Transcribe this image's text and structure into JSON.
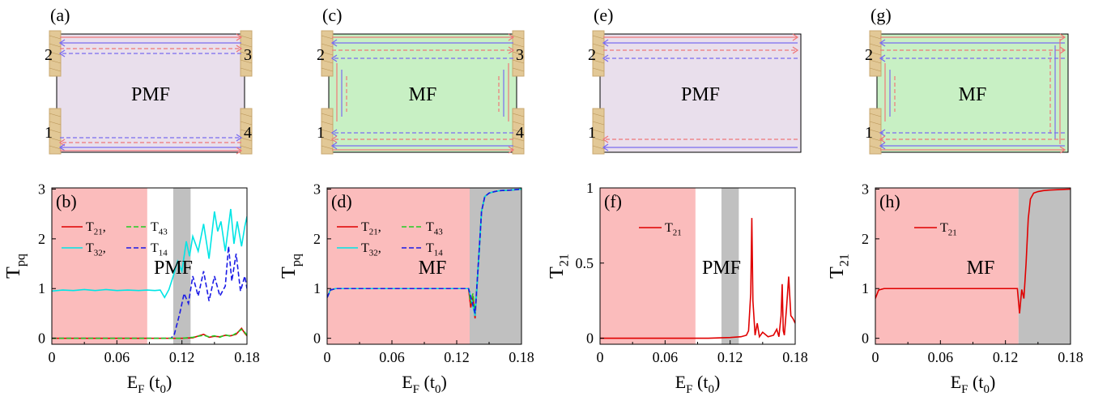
{
  "figure": {
    "panel_letters": [
      "(a)",
      "(b)",
      "(c)",
      "(d)",
      "(e)",
      "(f)",
      "(g)",
      "(h)"
    ],
    "colors": {
      "pmf_fill": "#e9dfec",
      "mf_fill": "#c8f0c4",
      "lead": "#e2c896",
      "arrow_red": "#f07878",
      "arrow_blue": "#7a6cf0",
      "red_region": "#fbbcbc",
      "gray_region": "#c0c0c0"
    }
  },
  "schematics": [
    {
      "letter": "(a)",
      "label": "PMF",
      "fill": "pmf",
      "leads": [
        {
          "id": "2",
          "side": "left"
        },
        {
          "id": "3",
          "side": "right"
        },
        {
          "id": "1",
          "side": "left"
        },
        {
          "id": "4",
          "side": "right"
        }
      ]
    },
    {
      "letter": "(c)",
      "label": "MF",
      "fill": "mf",
      "leads": [
        {
          "id": "2",
          "side": "left"
        },
        {
          "id": "3",
          "side": "right"
        },
        {
          "id": "1",
          "side": "left"
        },
        {
          "id": "4",
          "side": "right"
        }
      ]
    },
    {
      "letter": "(e)",
      "label": "PMF",
      "fill": "pmf",
      "leads": [
        {
          "id": "2",
          "side": "left"
        },
        {
          "id": "1",
          "side": "left"
        }
      ]
    },
    {
      "letter": "(g)",
      "label": "MF",
      "fill": "mf",
      "leads": [
        {
          "id": "2",
          "side": "left"
        },
        {
          "id": "1",
          "side": "left"
        }
      ]
    }
  ],
  "chart_data": [
    {
      "panel": "(b)",
      "type": "line",
      "inset_label": "PMF",
      "xlabel": "E_F (t_0)",
      "ylabel": "T_pq",
      "xlim": [
        0,
        0.18
      ],
      "ylim": [
        0,
        3
      ],
      "xticks": [
        "0",
        "0.06",
        "0.12",
        "0.18"
      ],
      "yticks": [
        "0",
        "1",
        "2",
        "3"
      ],
      "regions": [
        {
          "type": "red",
          "x": [
            0,
            0.088
          ]
        },
        {
          "type": "gray",
          "x": [
            0.112,
            0.128
          ]
        }
      ],
      "legend": [
        "T21,",
        "T43",
        "T32,",
        "T14"
      ],
      "series": [
        {
          "name": "T32",
          "color": "#00e5e5",
          "dash": "solid",
          "x": [
            0,
            0.01,
            0.02,
            0.03,
            0.04,
            0.05,
            0.06,
            0.07,
            0.08,
            0.088,
            0.095,
            0.1,
            0.104,
            0.108,
            0.112,
            0.116,
            0.12,
            0.124,
            0.127,
            0.13,
            0.135,
            0.14,
            0.145,
            0.15,
            0.153,
            0.156,
            0.16,
            0.165,
            0.168,
            0.171,
            0.175,
            0.178,
            0.18
          ],
          "y": [
            0.95,
            0.97,
            0.96,
            0.98,
            0.96,
            0.98,
            0.96,
            0.97,
            0.96,
            0.97,
            0.96,
            0.97,
            0.82,
            0.98,
            1.25,
            1.55,
            1.35,
            1.95,
            1.65,
            2.05,
            1.75,
            2.3,
            1.6,
            2.55,
            2.15,
            2.35,
            1.75,
            2.6,
            1.9,
            2.35,
            1.85,
            2.25,
            2.45
          ]
        },
        {
          "name": "T14",
          "color": "#1a1ae6",
          "dash": "dash",
          "x": [
            0,
            0.02,
            0.04,
            0.06,
            0.08,
            0.1,
            0.11,
            0.113,
            0.118,
            0.122,
            0.126,
            0.13,
            0.135,
            0.14,
            0.145,
            0.15,
            0.155,
            0.16,
            0.163,
            0.166,
            0.17,
            0.174,
            0.178,
            0.18
          ],
          "y": [
            0,
            0,
            0,
            0,
            0,
            0,
            0,
            0.08,
            0.5,
            0.9,
            0.7,
            1.25,
            0.85,
            1.35,
            0.75,
            1.25,
            0.85,
            1.05,
            1.85,
            1.15,
            1.7,
            0.95,
            1.25,
            1.0
          ]
        },
        {
          "name": "T21",
          "color": "#e00000",
          "dash": "solid",
          "x": [
            0,
            0.02,
            0.04,
            0.06,
            0.08,
            0.1,
            0.12,
            0.13,
            0.14,
            0.145,
            0.15,
            0.155,
            0.16,
            0.165,
            0.17,
            0.175,
            0.178,
            0.18
          ],
          "y": [
            0,
            0,
            0,
            0,
            0,
            0,
            0,
            0.01,
            0.08,
            0.02,
            0.04,
            0.03,
            0.06,
            0.05,
            0.08,
            0.2,
            0.1,
            0.05
          ]
        },
        {
          "name": "T43",
          "color": "#22cc22",
          "dash": "dash",
          "x": [
            0,
            0.02,
            0.04,
            0.06,
            0.08,
            0.1,
            0.12,
            0.13,
            0.14,
            0.145,
            0.15,
            0.155,
            0.16,
            0.165,
            0.17,
            0.175,
            0.178,
            0.18
          ],
          "y": [
            0,
            0,
            0,
            0,
            0,
            0,
            0,
            0.02,
            0.06,
            0.03,
            0.05,
            0.02,
            0.07,
            0.04,
            0.1,
            0.18,
            0.12,
            0.06
          ]
        }
      ]
    },
    {
      "panel": "(d)",
      "type": "line",
      "inset_label": "MF",
      "xlabel": "E_F (t_0)",
      "ylabel": "T_pq",
      "xlim": [
        0,
        0.18
      ],
      "ylim": [
        0,
        3
      ],
      "xticks": [
        "0",
        "0.06",
        "0.12",
        "0.18"
      ],
      "yticks": [
        "0",
        "1",
        "2",
        "3"
      ],
      "regions": [
        {
          "type": "red",
          "x": [
            0,
            0.132
          ]
        },
        {
          "type": "gray",
          "x": [
            0.132,
            0.18
          ]
        }
      ],
      "legend": [
        "T21,",
        "T43",
        "T32,",
        "T14"
      ],
      "series": [
        {
          "name": "T21",
          "color": "#e00000",
          "dash": "solid",
          "x": [
            0,
            0.003,
            0.008,
            0.03,
            0.06,
            0.09,
            0.12,
            0.131,
            0.133,
            0.135,
            0.137,
            0.139,
            0.141,
            0.143,
            0.146,
            0.15,
            0.155,
            0.16,
            0.17,
            0.18
          ],
          "y": [
            0.82,
            0.97,
            1.0,
            1.0,
            1.0,
            1.0,
            1.0,
            1.0,
            0.62,
            0.85,
            0.4,
            1.1,
            1.8,
            2.55,
            2.85,
            2.92,
            2.95,
            2.97,
            2.98,
            3.0
          ]
        },
        {
          "name": "T43",
          "color": "#22cc22",
          "dash": "dash",
          "x": [
            0,
            0.003,
            0.008,
            0.03,
            0.06,
            0.09,
            0.12,
            0.131,
            0.133,
            0.135,
            0.137,
            0.139,
            0.141,
            0.143,
            0.146,
            0.15,
            0.155,
            0.16,
            0.17,
            0.18
          ],
          "y": [
            0.82,
            0.97,
            1.0,
            1.0,
            1.0,
            1.0,
            1.0,
            1.0,
            0.7,
            0.9,
            0.5,
            1.15,
            1.85,
            2.55,
            2.85,
            2.92,
            2.95,
            2.97,
            2.98,
            3.0
          ]
        },
        {
          "name": "T32",
          "color": "#00e5e5",
          "dash": "solid",
          "x": [
            0,
            0.003,
            0.008,
            0.03,
            0.06,
            0.09,
            0.12,
            0.131,
            0.134,
            0.137,
            0.139,
            0.141,
            0.143,
            0.146,
            0.15,
            0.155,
            0.16,
            0.17,
            0.18
          ],
          "y": [
            0.82,
            0.97,
            1.0,
            1.0,
            1.0,
            1.0,
            1.0,
            1.0,
            0.75,
            0.45,
            1.1,
            1.8,
            2.55,
            2.85,
            2.92,
            2.95,
            2.97,
            2.98,
            3.0
          ]
        },
        {
          "name": "T14",
          "color": "#1a1ae6",
          "dash": "dash",
          "x": [
            0,
            0.003,
            0.008,
            0.03,
            0.06,
            0.09,
            0.12,
            0.131,
            0.134,
            0.137,
            0.139,
            0.141,
            0.143,
            0.146,
            0.15,
            0.155,
            0.16,
            0.17,
            0.18
          ],
          "y": [
            0.82,
            0.97,
            1.0,
            1.0,
            1.0,
            1.0,
            1.0,
            1.0,
            0.75,
            0.5,
            1.15,
            1.85,
            2.55,
            2.85,
            2.92,
            2.95,
            2.97,
            2.98,
            3.0
          ]
        }
      ]
    },
    {
      "panel": "(f)",
      "type": "line",
      "inset_label": "PMF",
      "xlabel": "E_F (t_0)",
      "ylabel": "T_21",
      "xlim": [
        0,
        0.18
      ],
      "ylim": [
        0,
        1
      ],
      "xticks": [
        "0",
        "0.06",
        "0.12",
        "0.18"
      ],
      "yticks": [
        "0",
        "0.5",
        "1"
      ],
      "regions": [
        {
          "type": "red",
          "x": [
            0,
            0.088
          ]
        },
        {
          "type": "gray",
          "x": [
            0.112,
            0.128
          ]
        }
      ],
      "legend": [
        "T21"
      ],
      "series": [
        {
          "name": "T21",
          "color": "#e00000",
          "dash": "solid",
          "x": [
            0,
            0.02,
            0.04,
            0.06,
            0.08,
            0.1,
            0.12,
            0.13,
            0.135,
            0.137,
            0.139,
            0.14,
            0.141,
            0.143,
            0.145,
            0.147,
            0.15,
            0.155,
            0.16,
            0.163,
            0.165,
            0.167,
            0.168,
            0.169,
            0.17,
            0.172,
            0.174,
            0.176,
            0.178,
            0.18
          ],
          "y": [
            0,
            0,
            0,
            0,
            0,
            0,
            0.005,
            0.01,
            0.02,
            0.05,
            0.3,
            0.8,
            0.25,
            0.02,
            0.1,
            0.01,
            0.04,
            0.01,
            0.02,
            0.06,
            0.01,
            0.15,
            0.36,
            0.05,
            0.02,
            0.2,
            0.41,
            0.15,
            0.13,
            0.1
          ]
        }
      ]
    },
    {
      "panel": "(h)",
      "type": "line",
      "inset_label": "MF",
      "xlabel": "E_F (t_0)",
      "ylabel": "T_21",
      "xlim": [
        0,
        0.18
      ],
      "ylim": [
        0,
        3
      ],
      "xticks": [
        "0",
        "0.06",
        "0.12",
        "0.18"
      ],
      "yticks": [
        "0",
        "1",
        "2",
        "3"
      ],
      "regions": [
        {
          "type": "red",
          "x": [
            0,
            0.132
          ]
        },
        {
          "type": "gray",
          "x": [
            0.132,
            0.18
          ]
        }
      ],
      "legend": [
        "T21"
      ],
      "series": [
        {
          "name": "T21",
          "color": "#e00000",
          "dash": "solid",
          "x": [
            0,
            0.003,
            0.008,
            0.03,
            0.06,
            0.09,
            0.12,
            0.131,
            0.133,
            0.135,
            0.137,
            0.139,
            0.141,
            0.143,
            0.146,
            0.15,
            0.155,
            0.16,
            0.17,
            0.18
          ],
          "y": [
            0.8,
            0.97,
            1.0,
            1.0,
            1.0,
            1.0,
            1.0,
            1.0,
            0.5,
            0.98,
            0.8,
            1.5,
            2.4,
            2.8,
            2.92,
            2.95,
            2.97,
            2.98,
            2.99,
            3.0
          ]
        }
      ]
    }
  ]
}
